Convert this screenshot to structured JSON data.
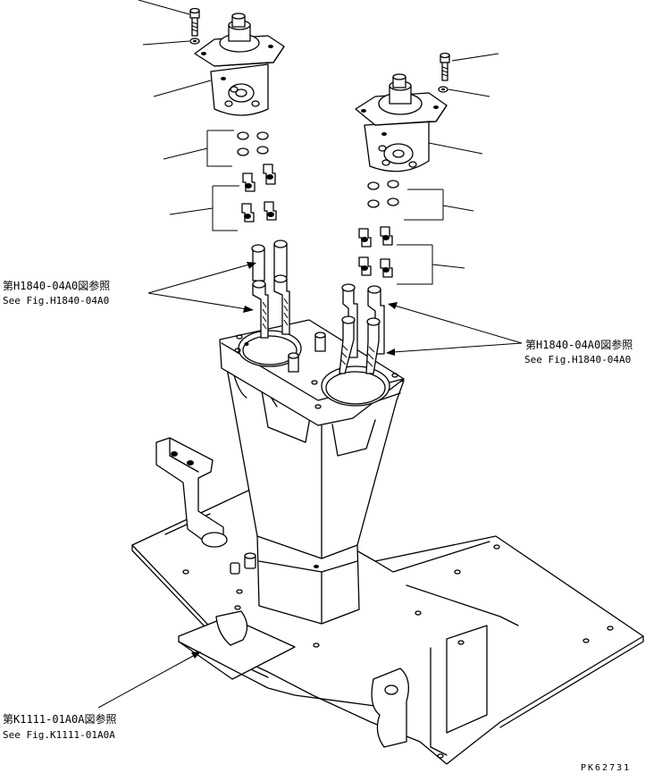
{
  "callouts": {
    "upper_left": {
      "jp": "第H1840-04A0図参照",
      "en": "See Fig.H1840-04A0"
    },
    "right": {
      "jp": "第H1840-04A0図参照",
      "en": "See Fig.H1840-04A0"
    },
    "lower_left": {
      "jp": "第K1111-01A0A図参照",
      "en": "See Fig.K1111-01A0A"
    }
  },
  "drawing_code": "PK62731"
}
